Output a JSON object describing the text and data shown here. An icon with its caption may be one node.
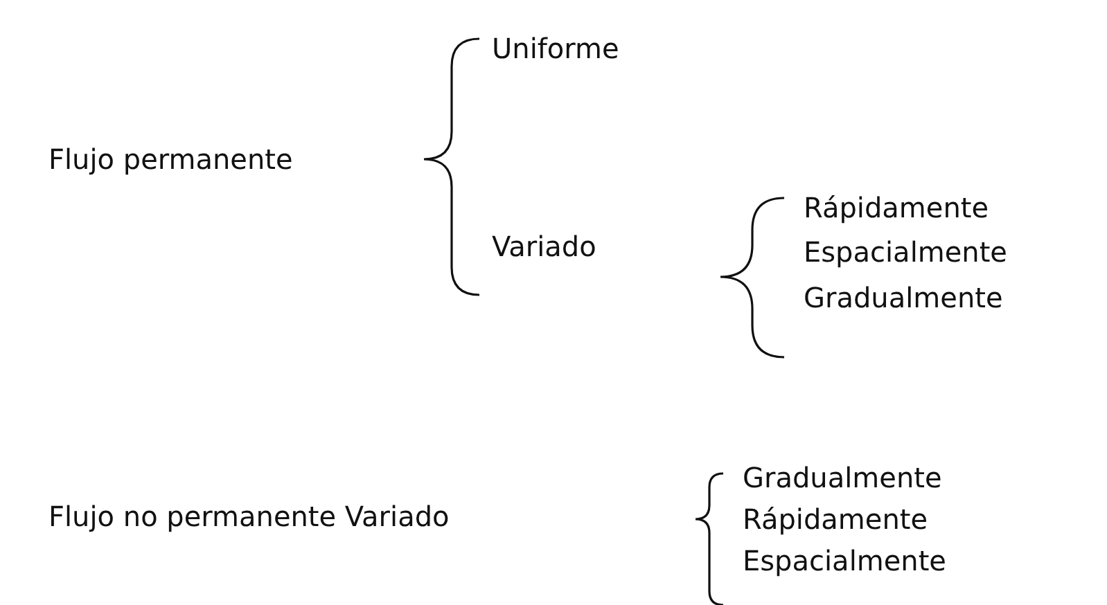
{
  "diagram": {
    "labels": [
      "Flujo permanente",
      "Uniforme",
      "Variado",
      "Rápidamente",
      "Espacialmente",
      "Gradualmente",
      "Flujo no permanente Variado",
      "Gradualmente",
      "Rápidamente",
      "Espacialmente"
    ]
  }
}
